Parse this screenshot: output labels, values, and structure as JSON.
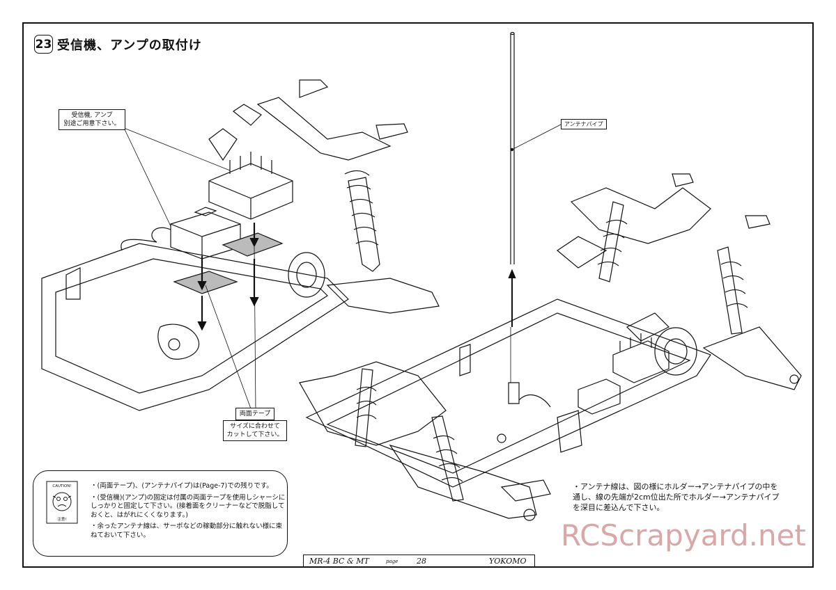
{
  "step": {
    "number": "23",
    "title": "受信機、アンプの取付け"
  },
  "callouts": {
    "receiver_amp_line1": "受信機, アンプ",
    "receiver_amp_line2": "別途ご用意下さい。",
    "antenna_pipe": "アンテナパイプ",
    "tape_label": "両面テープ",
    "tape_note_line1": "サイズに合わせて",
    "tape_note_line2": "カットして下さい。"
  },
  "caution": {
    "icon_text_top": "CAUTION!",
    "icon_text_bottom": "注意!",
    "notes": [
      "・(両面テープ)、(アンテナパイプ)は(Page-7)での残りです。",
      "・(受信機)(アンプ)の固定は付属の両面テープを使用しシャーシにしっかりと固定して下さい。(接着面をクリーナーなどで脱脂しておくと、はがれにくくなります。)",
      "・余ったアンテナ線は、サーボなどの稼動部分に触れない様に束ねておいて下さい。"
    ]
  },
  "antenna_note": "・アンテナ線は、図の様にホルダー→アンテナパイプの中を通し、線の先端が2cm位出た所でホルダー→アンテナパイプを深目に差込んで下さい。",
  "footer": {
    "model": "MR-4 BC & MT",
    "page_prefix": "page",
    "page_number": "28",
    "brand": "YOKOMO"
  },
  "watermark": "RCScrapyard.net"
}
